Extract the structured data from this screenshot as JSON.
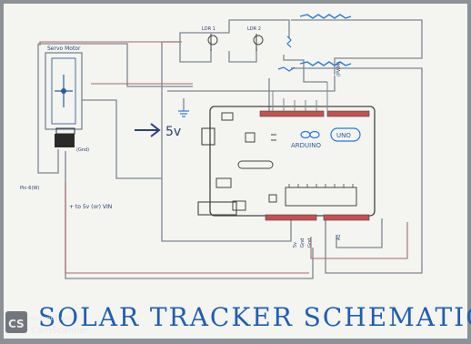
{
  "title": "SOLAR TRACKER SCHEMATIC.",
  "servo_label": "Servo Motor",
  "ldr1_label": "LDR 1",
  "ldr2_label": "LDR 2",
  "five_v_label": "5v",
  "vin_label": "+ to 5v (or) VIN",
  "gnd_label": "(Gnd)",
  "pin_label": "Pin-6(W)",
  "board_brand": "ARDUINO",
  "board_model": "UNO",
  "pwm_label": "(PWM)",
  "header_labels": [
    "5v",
    "Gnd",
    "Gnd",
    "A1"
  ],
  "watermark": {
    "badge": "CS",
    "line1": "Scanned with",
    "line2": "CamScanner"
  }
}
